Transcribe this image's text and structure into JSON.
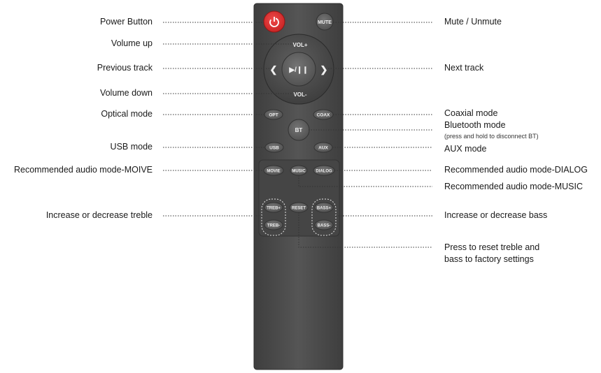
{
  "remote": {
    "buttons": {
      "power": "⏻",
      "mute": "MUTE",
      "vol_up": "VOL+",
      "vol_down": "VOL-",
      "prev": "❮",
      "next": "❯",
      "play_pause": "▶/❙❙",
      "opt": "OPT",
      "coax": "COAX",
      "bt": "BT",
      "usb": "USB",
      "aux": "AUX",
      "movie": "MOVIE",
      "music": "MUSIC",
      "dialog": "DIALOG",
      "treb_up": "TREB+",
      "treb_down": "TREB-",
      "reset": "RESET",
      "bass_up": "BASS+",
      "bass_down": "BASS-"
    }
  },
  "labels": {
    "power_button": "Power Button",
    "volume_up": "Volume up",
    "previous_track": "Previous track",
    "volume_down": "Volume down",
    "optical_mode": "Optical mode",
    "usb_mode": "USB mode",
    "movie_mode": "Recommended audio mode-MOIVE",
    "treble": "Increase or decrease treble",
    "mute": "Mute / Unmute",
    "next_track": "Next track",
    "coaxial_mode": "Coaxial mode",
    "bluetooth_mode": "Bluetooth mode",
    "bluetooth_note": "(press and hold to disconnect BT)",
    "aux_mode": "AUX mode",
    "dialog_mode": "Recommended audio mode-DIALOG",
    "music_mode": "Recommended audio mode-MUSIC",
    "bass": "Increase or decrease bass",
    "reset_line1": "Press to reset treble and",
    "reset_line2": "bass to factory settings"
  },
  "colors": {
    "remote_body": "#4a4a4a",
    "button": "#5c5c5c",
    "power": "#d92b2b",
    "leader_line": "#333333"
  }
}
